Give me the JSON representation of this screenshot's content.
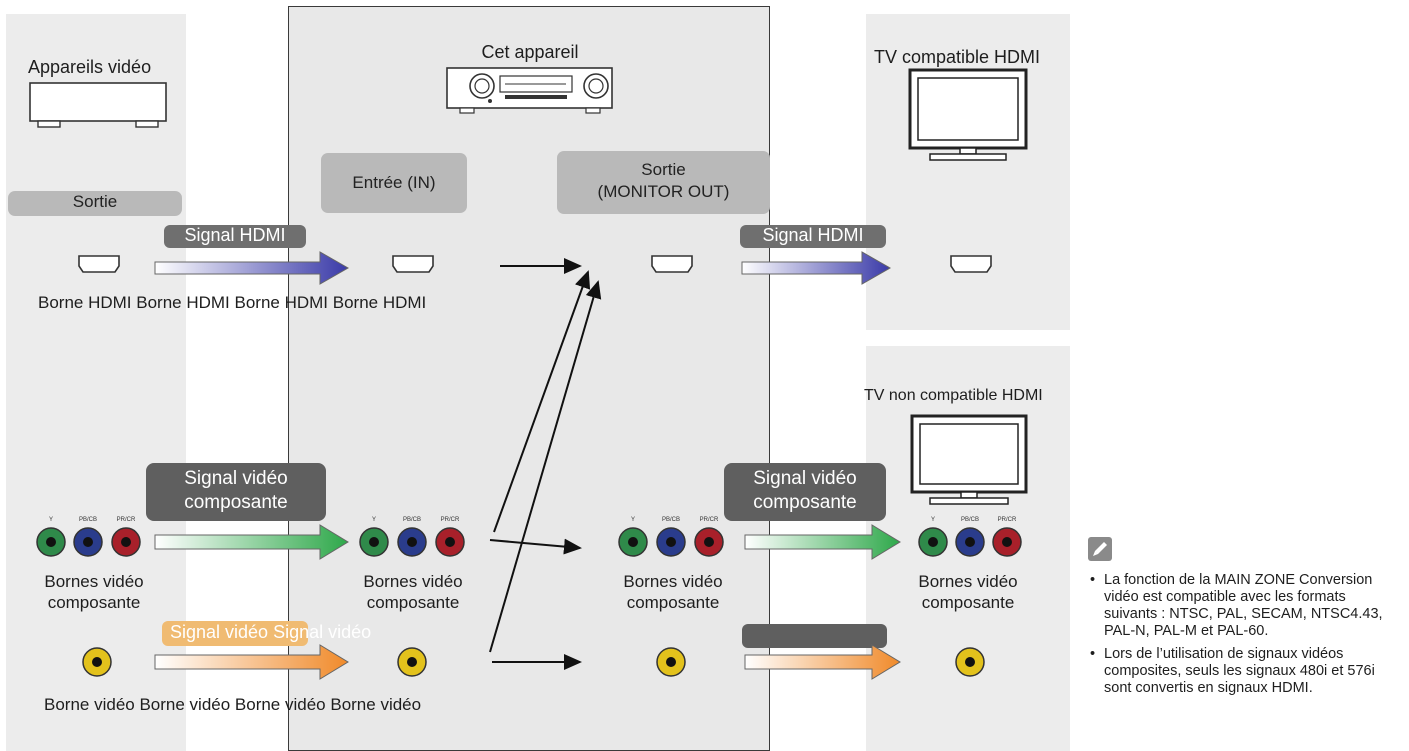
{
  "labels": {
    "source_devices": "Appareils vidéo",
    "this_unit": "Cet appareil",
    "tv_hdmi": "TV compatible HDMI",
    "tv_non_hdmi": "TV non compatible HDMI",
    "output": "Sortie",
    "input_in": "Entrée (IN)",
    "monitor_out_line1": "Sortie",
    "monitor_out_line2": "(MONITOR OUT)",
    "hdmi_terminals": "Borne HDMI Borne HDMI Borne HDMI Borne HDMI",
    "video_terminals": "Borne vidéo Borne vidéo Borne vidéo Borne vidéo",
    "component_terminals_line1": "Bornes vidéo",
    "component_terminals_line2": "composante"
  },
  "signals": {
    "hdmi": "Signal HDMI",
    "component_line1": "Signal vidéo",
    "component_line2": "composante",
    "video": "Signal vidéo Signal vidéo"
  },
  "jack_labels": {
    "y": "Y",
    "pb": "PB/CB",
    "pr": "PR/CR"
  },
  "notes_icon": "pencil-icon",
  "notes": [
    "La fonction de la MAIN ZONE Conversion vidéo est compatible avec les formats suivants : NTSC, PAL, SECAM, NTSC4.43, PAL-N, PAL-M et PAL-60.",
    "Lors de l’utilisation de signaux vidéos composites, seuls les signaux 480i et 576i sont convertis en signaux HDMI."
  ],
  "colors": {
    "hdmi_arrow": "#3a3aa8",
    "component_arrow": "#2ea84a",
    "video_arrow": "#f08a2a",
    "jack_green": "#2f8a4a",
    "jack_blue": "#2a3c8c",
    "jack_red": "#a8202a",
    "jack_yellow": "#e3c21c"
  }
}
